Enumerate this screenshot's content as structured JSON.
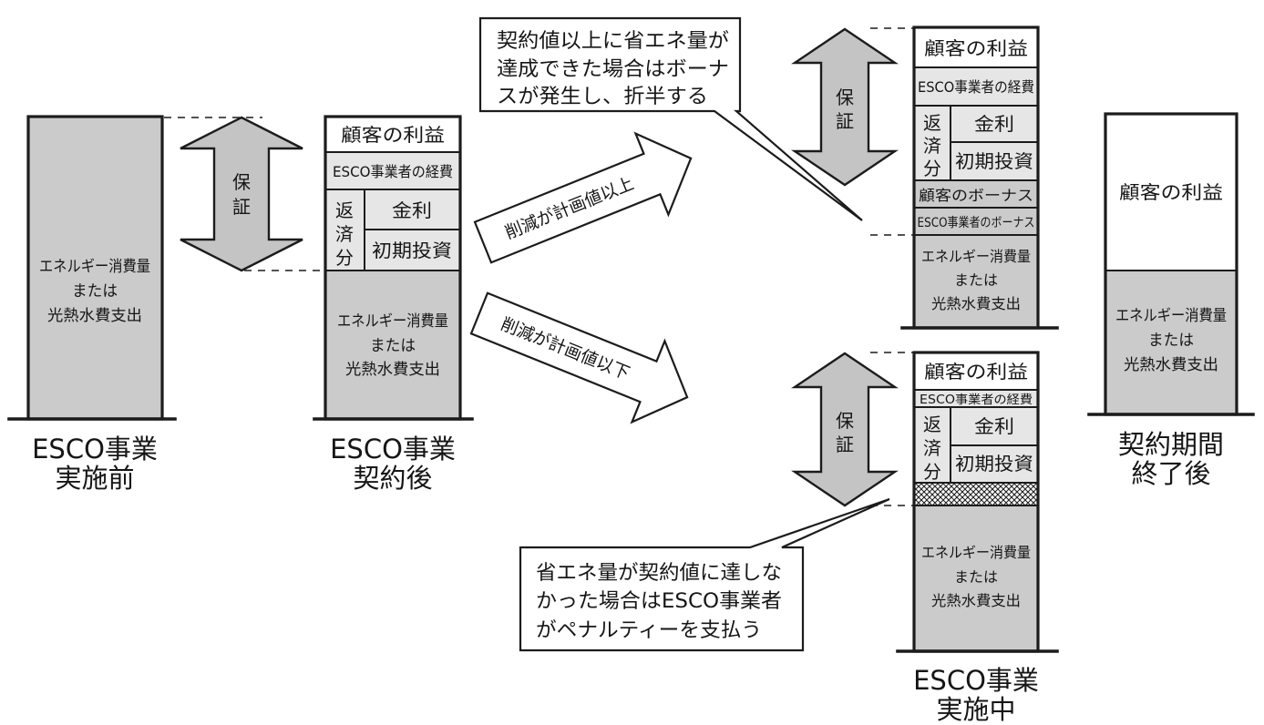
{
  "colors": {
    "white": "#ffffff",
    "light": "#e6e6e6",
    "energy": "#cbcbcb",
    "guarantee_arrow": "#c4c4c4"
  },
  "guarantee": [
    "保",
    "証"
  ],
  "before_implementation": {
    "energy": [
      "エネルギー消費量",
      "または",
      "光熱水費支出"
    ],
    "label": [
      "ESCO事業",
      "実施前"
    ]
  },
  "after_contract": {
    "customer_profit": "顧客の利益",
    "esco_expense": "ESCO事業者の経費",
    "repayment": [
      "返",
      "済",
      "分"
    ],
    "interest": "金利",
    "initial_investment": "初期投資",
    "energy": [
      "エネルギー消費量",
      "または",
      "光熱水費支出"
    ],
    "label": [
      "ESCO事業",
      "契約後"
    ]
  },
  "reduction_arrows": {
    "above_plan": "削減が計画値以上",
    "below_plan": "削減が計画値以下"
  },
  "callouts": {
    "bonus": [
      "契約値以上に省エネ量が",
      "達成できた場合はボーナ",
      "スが発生し、折半する"
    ],
    "penalty": [
      "省エネ量が契約値に達しな",
      "かった場合はESCO事業者",
      "がペナルティーを支払う"
    ]
  },
  "during_bonus_case": {
    "customer_profit": "顧客の利益",
    "esco_expense": "ESCO事業者の経費",
    "repayment": [
      "返",
      "済",
      "分"
    ],
    "interest": "金利",
    "initial_investment": "初期投資",
    "customer_bonus": "顧客のボーナス",
    "esco_bonus": "ESCO事業者のボーナス",
    "energy": [
      "エネルギー消費量",
      "または",
      "光熱水費支出"
    ]
  },
  "during_penalty_case": {
    "customer_profit": "顧客の利益",
    "esco_expense": "ESCO事業者の経費",
    "repayment": [
      "返",
      "済",
      "分"
    ],
    "interest": "金利",
    "initial_investment": "初期投資",
    "energy": [
      "エネルギー消費量",
      "または",
      "光熱水費支出"
    ],
    "label": [
      "ESCO事業",
      "実施中"
    ]
  },
  "after_contract_term": {
    "customer_profit": "顧客の利益",
    "energy": [
      "エネルギー消費量",
      "または",
      "光熱水費支出"
    ],
    "label": [
      "契約期間",
      "終了後"
    ]
  }
}
